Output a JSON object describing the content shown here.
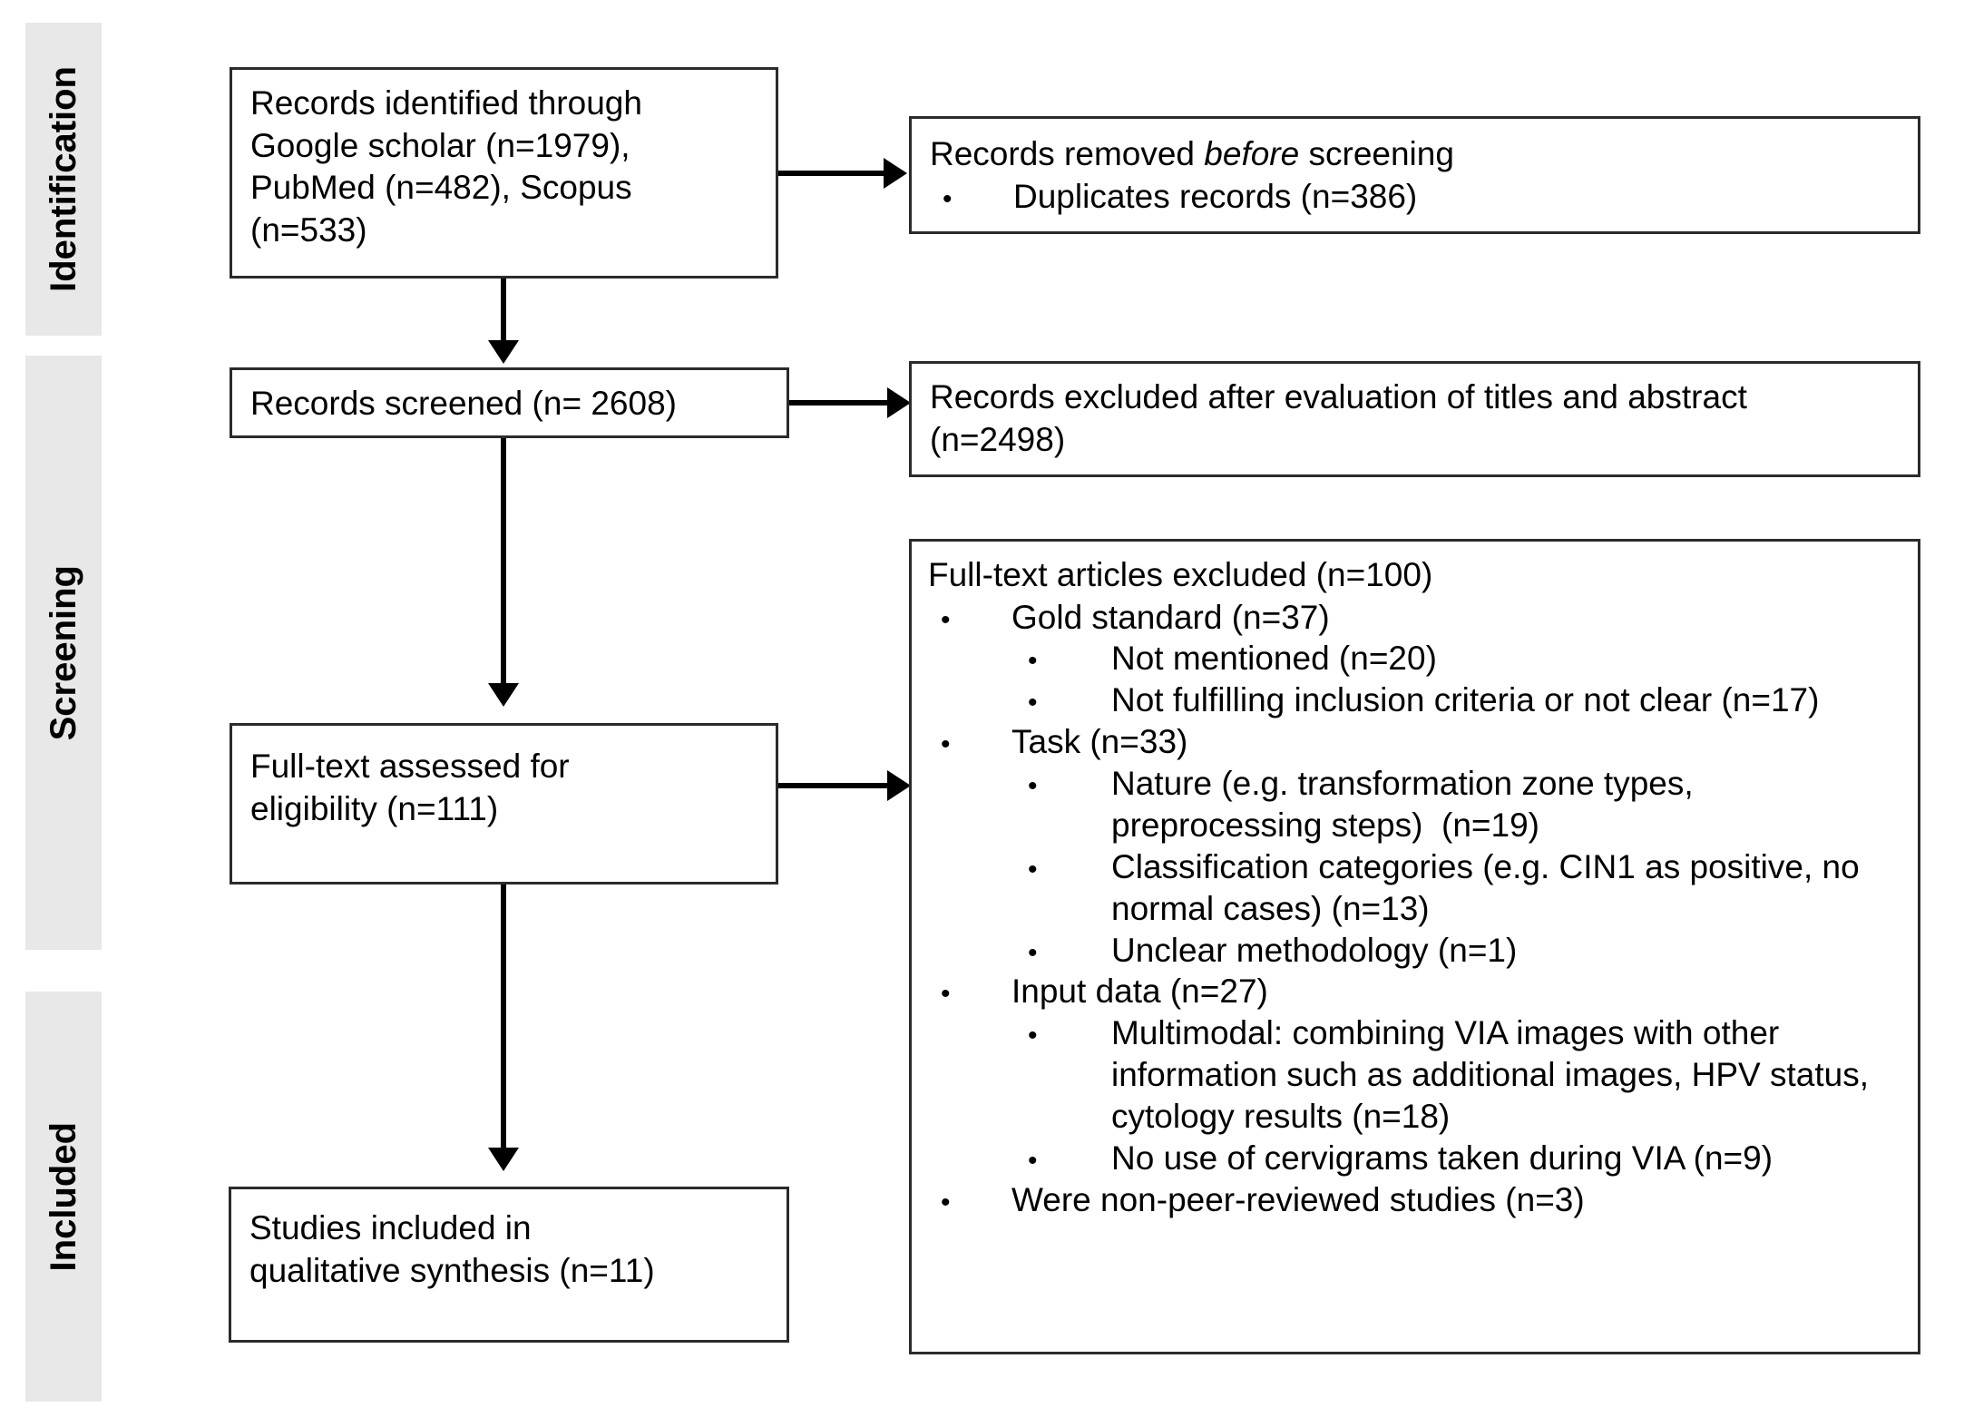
{
  "diagram": {
    "type": "prisma-flow-diagram",
    "stages": [
      {
        "id": "identification",
        "label": "Identification"
      },
      {
        "id": "screening",
        "label": "Screening"
      },
      {
        "id": "included",
        "label": "Included"
      }
    ],
    "boxes": {
      "identified": {
        "text": "Records identified through Google scholar (n=1979), PubMed (n=482), Scopus (n=533)",
        "lines": [
          "Records identified through",
          "Google scholar (n=1979),",
          "PubMed (n=482), Scopus",
          "(n=533)"
        ]
      },
      "removed_before_screening": {
        "heading_pre": "Records removed ",
        "heading_em": "before",
        "heading_post": " screening",
        "bullets": [
          "Duplicates records (n=386)"
        ]
      },
      "screened": {
        "lines": [
          "Records screened (n= 2608)"
        ]
      },
      "excluded_titles_abstract": {
        "lines": [
          "Records excluded after evaluation of titles and abstract",
          "(n=2498)"
        ]
      },
      "fulltext_assessed": {
        "lines": [
          "Full-text assessed for",
          "eligibility (n=111)"
        ]
      },
      "fulltext_excluded": {
        "heading": "Full-text articles excluded (n=100)",
        "items": [
          {
            "level": 1,
            "text": "Gold standard (n=37)"
          },
          {
            "level": 2,
            "text": "Not mentioned (n=20)"
          },
          {
            "level": 2,
            "text": "Not fulfilling inclusion criteria or not clear (n=17)"
          },
          {
            "level": 1,
            "text": "Task (n=33)"
          },
          {
            "level": 2,
            "text": "Nature (e.g. transformation zone types, preprocessing steps)  (n=19)"
          },
          {
            "level": 2,
            "text": "Classification categories (e.g. CIN1 as positive, no normal cases) (n=13)"
          },
          {
            "level": 2,
            "text": "Unclear methodology (n=1)"
          },
          {
            "level": 1,
            "text": "Input data (n=27)"
          },
          {
            "level": 2,
            "text": "Multimodal: combining VIA images with other information such as additional images, HPV status, cytology results (n=18)"
          },
          {
            "level": 2,
            "text": "No use of cervigrams taken during VIA (n=9)"
          },
          {
            "level": 1,
            "text": "Were non-peer-reviewed studies (n=3)"
          }
        ]
      },
      "included_studies": {
        "lines": [
          "Studies included in",
          "qualitative synthesis (n=11)"
        ]
      }
    },
    "colors": {
      "band": "#e8e8e8",
      "box_border": "#2b2b2b",
      "connector": "#000000",
      "text": "#000000",
      "background": "#ffffff"
    }
  }
}
